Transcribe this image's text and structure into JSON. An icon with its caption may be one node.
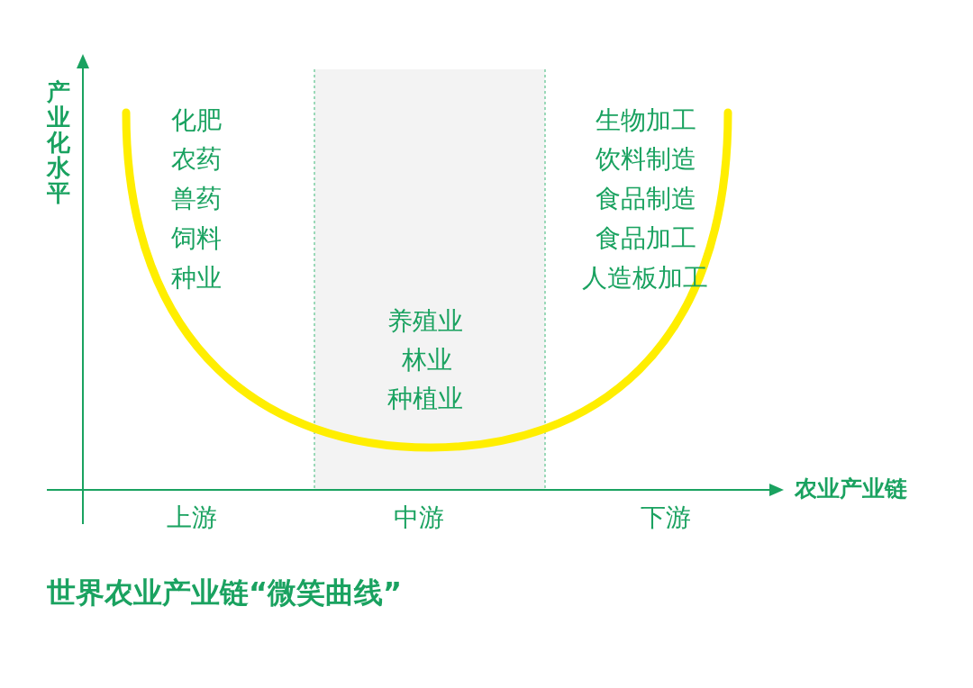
{
  "diagram": {
    "title": "世界农业产业链“微笑曲线”",
    "labels": [
      "产业化水平",
      "化肥",
      "农药",
      "兽药",
      "饲料",
      "种业",
      "生物加工",
      "饮料制造",
      "食品制造",
      "食品加工",
      "人造板加工",
      "养殖业",
      "林业",
      "种植业",
      "农业产业链",
      "上游",
      "中游",
      "下游"
    ]
  }
}
